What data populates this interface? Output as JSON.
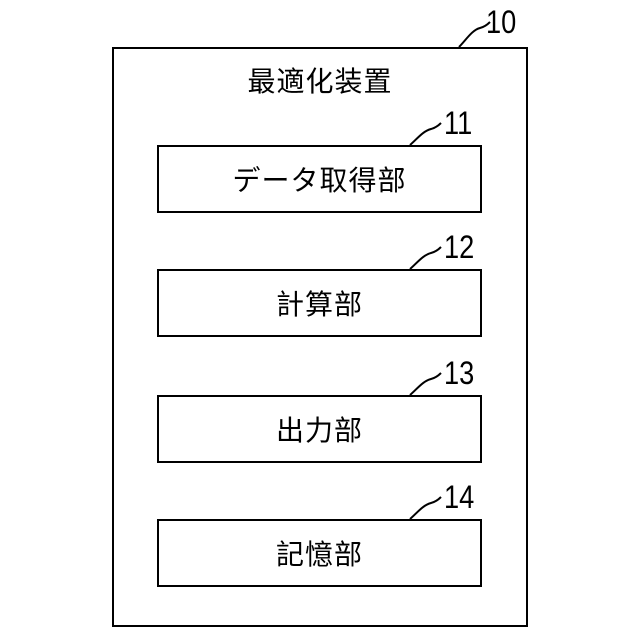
{
  "device": {
    "ref": "10",
    "title": "最適化装置"
  },
  "units": [
    {
      "ref": "11",
      "label": "データ取得部"
    },
    {
      "ref": "12",
      "label": "計算部"
    },
    {
      "ref": "13",
      "label": "出力部"
    },
    {
      "ref": "14",
      "label": "記憶部"
    }
  ]
}
